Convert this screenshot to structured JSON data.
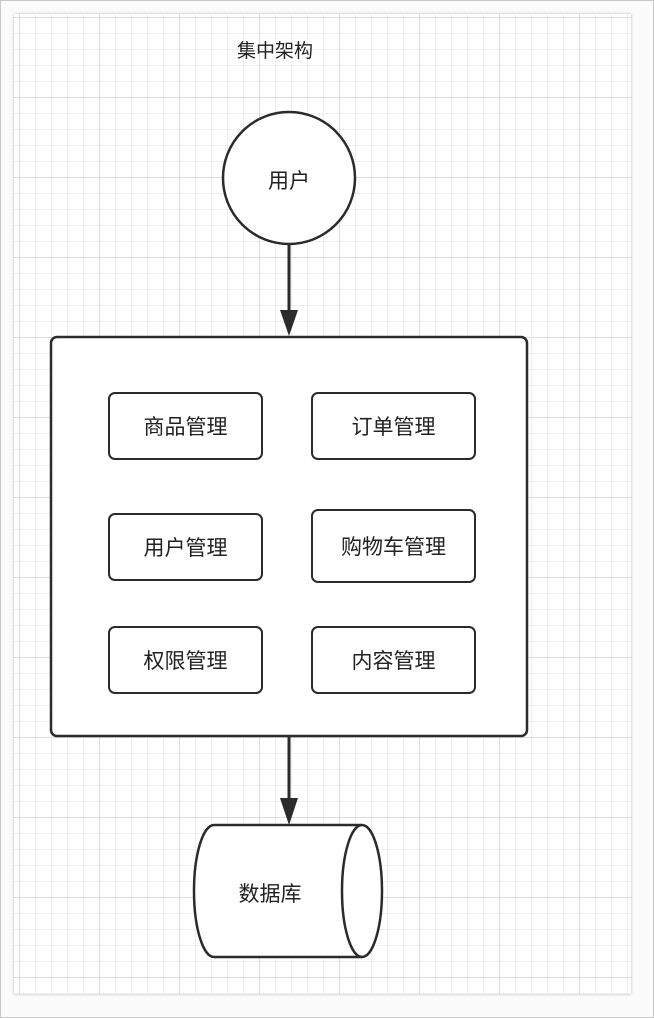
{
  "diagram": {
    "title": "集中架构",
    "user_node": "用户",
    "modules": [
      "商品管理",
      "订单管理",
      "用户管理",
      "购物车管理",
      "权限管理",
      "内容管理"
    ],
    "database_node": "数据库"
  },
  "colors": {
    "stroke": "#2b2b2b",
    "grid_major": "#dcdcdc",
    "grid_minor": "#efefef"
  },
  "icons": [
    "arrow-down-icon",
    "cylinder-database-icon",
    "circle-node-icon"
  ]
}
